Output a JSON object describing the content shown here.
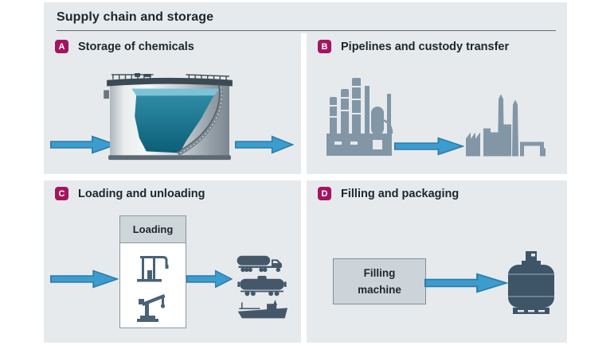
{
  "page": {
    "title": "Supply chain and storage"
  },
  "colors": {
    "page_bg": "#ffffff",
    "panel_bg": "#e6eaed",
    "text": "#1d262c",
    "badge_bg": "#a3155f",
    "badge_text": "#ffffff",
    "rule": "#5f6a71",
    "arrow_fill": "#3c9cce",
    "arrow_stroke": "#2b7cab",
    "silhouette": "#8296a6",
    "vehicle": "#45586a",
    "cylinder": "#3e5467",
    "machine_box_bg": "#ccd4d9",
    "machine_box_border": "#7f8f98",
    "loading_header_bg": "#ced6da",
    "loading_border": "#8a979e",
    "loading_icon": "#4a6374"
  },
  "sections": {
    "a": {
      "badge": "A",
      "title": "Storage of chemicals"
    },
    "b": {
      "badge": "B",
      "title": "Pipelines and custody transfer"
    },
    "c": {
      "badge": "C",
      "title": "Loading and unloading",
      "box_label": "Loading"
    },
    "d": {
      "badge": "D",
      "title": "Filling and packaging",
      "box_label_line1": "Filling",
      "box_label_line2": "machine"
    }
  }
}
